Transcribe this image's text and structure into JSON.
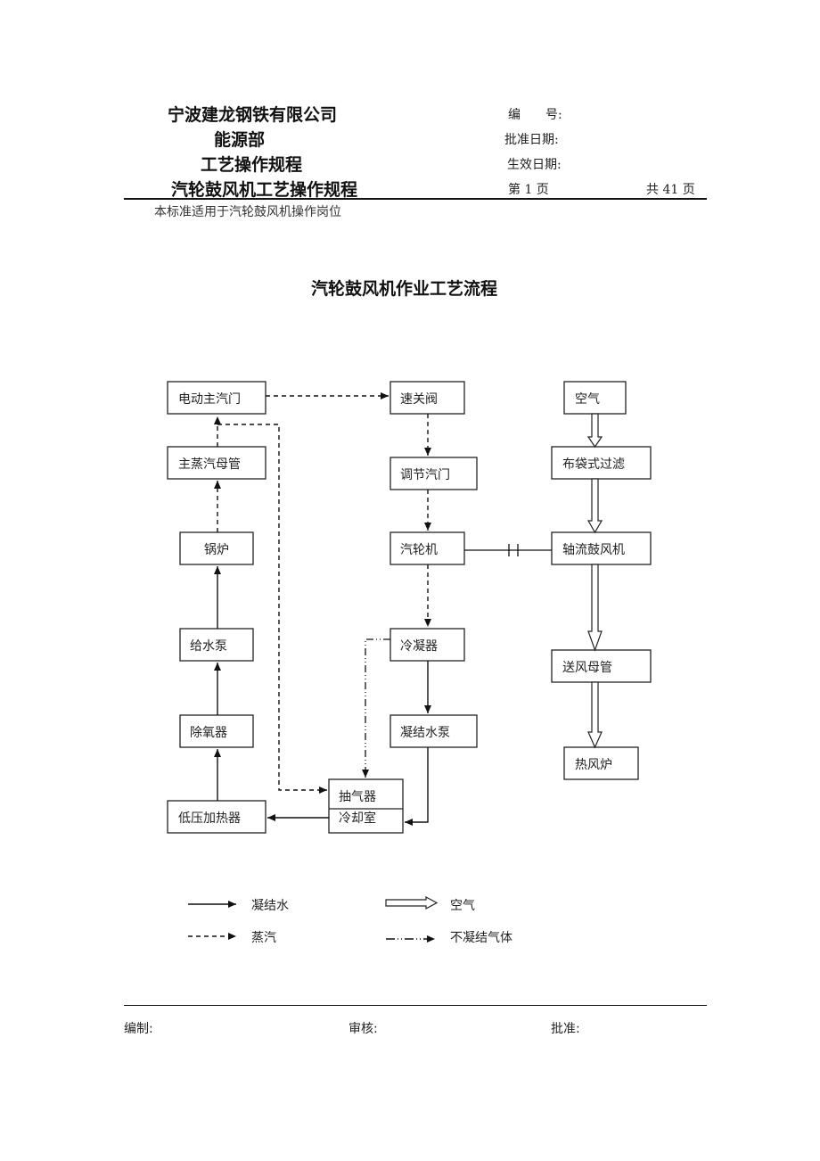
{
  "header": {
    "company": "宁波建龙钢铁有限公司",
    "department": "能源部",
    "doc_type": "工艺操作规程",
    "doc_name": "汽轮鼓风机工艺操作规程",
    "number_label": "编　　号:",
    "approval_date_label": "批准日期:",
    "effective_date_label": "生效日期:",
    "page_label": "第 1 页",
    "total_pages_label": "共 41 页"
  },
  "scope": "本标准适用于汽轮鼓风机操作岗位",
  "flowchart": {
    "title": "汽轮鼓风机作业工艺流程",
    "nodes": {
      "electric_main_valve": "电动主汽门",
      "main_steam_header": "主蒸汽母管",
      "boiler": "锅炉",
      "feed_pump": "给水泵",
      "deaerator": "除氧器",
      "lp_heater": "低压加热器",
      "quick_close_valve": "速关阀",
      "regulating_valve": "调节汽门",
      "turbine": "汽轮机",
      "condenser": "冷凝器",
      "condensate_pump": "凝结水泵",
      "air_ejector": "抽气器",
      "cooling_chamber": "冷却室",
      "air": "空气",
      "bag_filter": "布袋式过滤",
      "axial_blower": "轴流鼓风机",
      "air_header": "送风母管",
      "hot_blast_stove": "热风炉"
    },
    "legend": {
      "condensate": "凝结水",
      "steam": "蒸汽",
      "air": "空气",
      "noncondensable": "不凝结气体"
    }
  },
  "footer": {
    "compiled_label": "编制:",
    "reviewed_label": "审核:",
    "approved_label": "批准:"
  }
}
